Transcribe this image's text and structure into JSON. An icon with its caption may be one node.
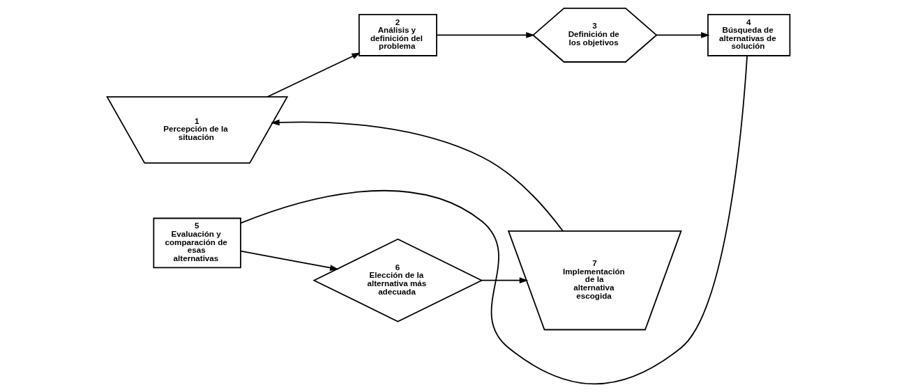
{
  "diagram": {
    "nodes": [
      {
        "text": [
          "1",
          "Percepción de la situación"
        ]
      },
      {
        "text": [
          "2",
          "Análisis y definición del problema"
        ]
      },
      {
        "text": [
          "3",
          "Definición de los objetivos"
        ]
      },
      {
        "text": [
          "4",
          "Búsqueda de alternativas de solución"
        ]
      },
      {
        "text": [
          "5",
          "Evaluación y comparación de esas alternativas"
        ]
      },
      {
        "text": [
          "6",
          "Elección de la alternativa más adecuada"
        ]
      },
      {
        "text": [
          "7",
          "Implementación de la alternativa escogida"
        ]
      }
    ],
    "edges": [
      {
        "from": 0,
        "to": 1,
        "arrow": "to"
      },
      {
        "from": 1,
        "to": 2,
        "arrow": "to"
      },
      {
        "from": 2,
        "to": 3,
        "arrow": "to"
      },
      {
        "from": 3,
        "to": 4,
        "arrow": "none"
      },
      {
        "from": 4,
        "to": 5,
        "arrow": "to"
      },
      {
        "from": 5,
        "to": 6,
        "arrow": "to"
      },
      {
        "from": 6,
        "to": 0,
        "arrow": "to"
      }
    ]
  }
}
